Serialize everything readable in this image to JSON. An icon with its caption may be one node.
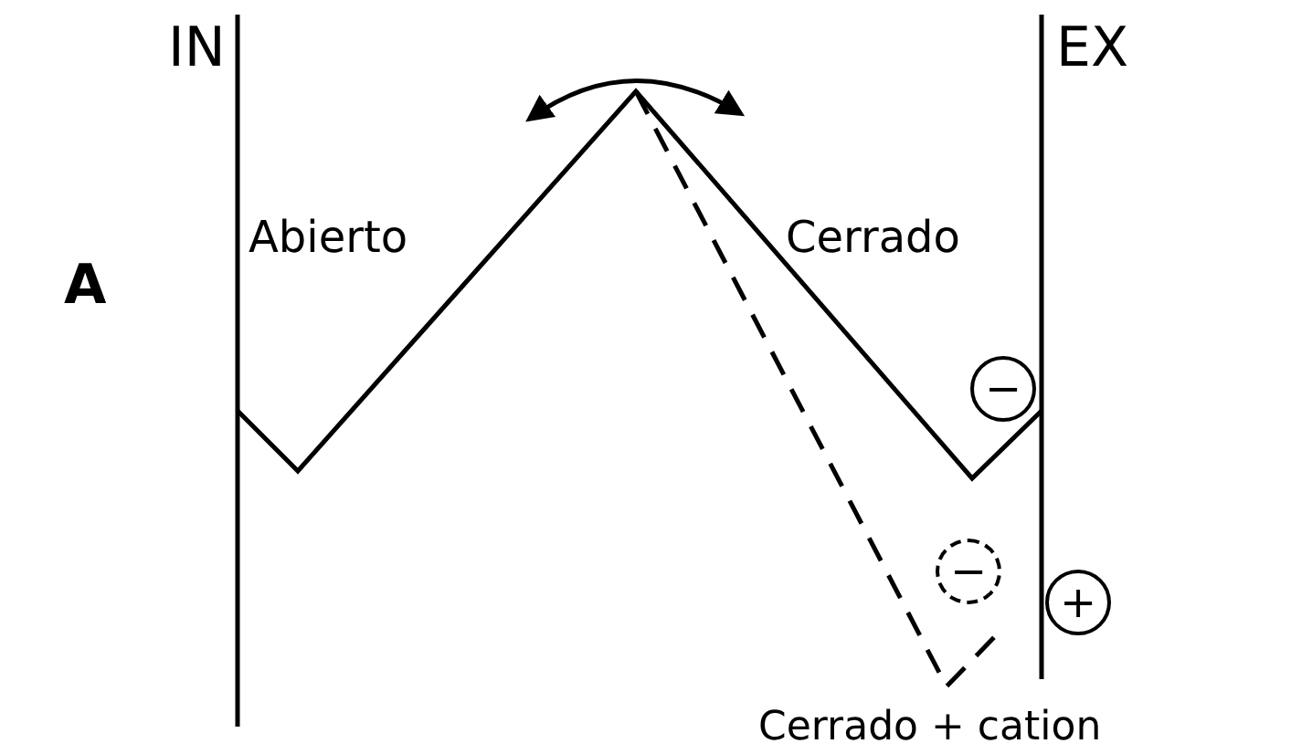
{
  "diagram": {
    "nodes": [
      {
        "text": [
          "−"
        ]
      },
      {
        "text": [
          "−"
        ]
      },
      {
        "text": [
          "+"
        ]
      }
    ],
    "labels": [
      "IN",
      "EX",
      "A",
      "Abierto",
      "Cerrado",
      "Cerrado + cation"
    ]
  }
}
